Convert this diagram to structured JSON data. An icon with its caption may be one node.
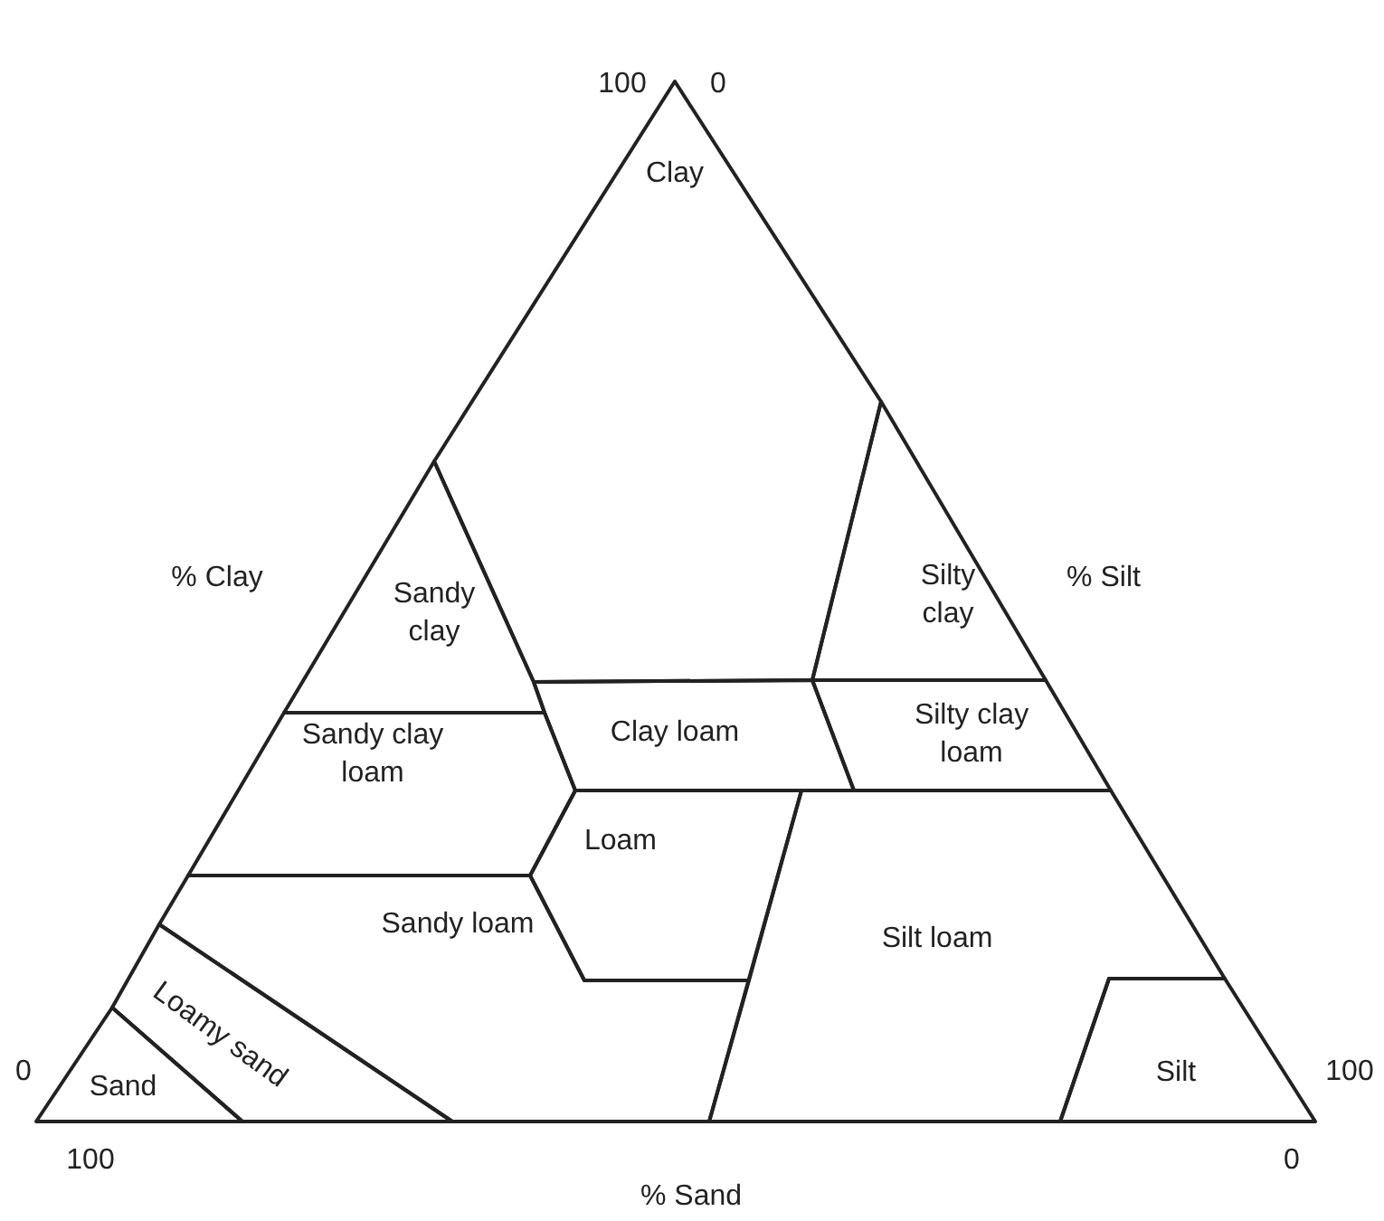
{
  "diagram": {
    "nodes": [
      {
        "text": [
          "Clay"
        ]
      },
      {
        "text": [
          "Sandy clay"
        ]
      },
      {
        "text": [
          "Silty clay"
        ]
      },
      {
        "text": [
          "Clay loam"
        ]
      },
      {
        "text": [
          "Silty clay loam"
        ]
      },
      {
        "text": [
          "Sandy clay loam"
        ]
      },
      {
        "text": [
          "Loam"
        ]
      },
      {
        "text": [
          "Silt loam"
        ]
      },
      {
        "text": [
          "Sandy loam"
        ]
      },
      {
        "text": [
          "Loamy sand"
        ]
      },
      {
        "text": [
          "Sand"
        ]
      },
      {
        "text": [
          "Silt"
        ]
      }
    ],
    "edges": [],
    "labels": [
      "100",
      "0",
      "% Clay",
      "% Silt",
      "0",
      "100",
      "100",
      "0",
      "% Sand"
    ]
  }
}
